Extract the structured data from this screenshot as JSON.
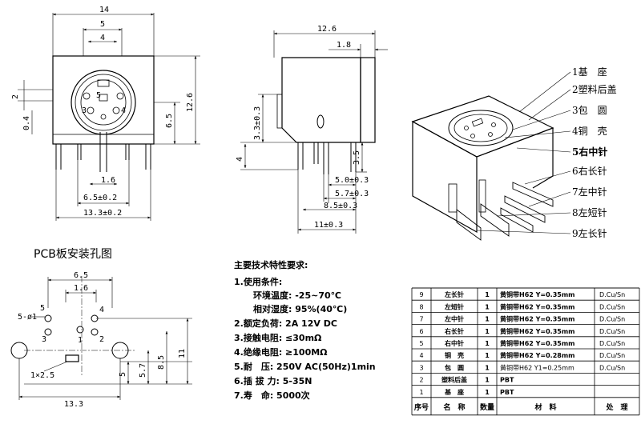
{
  "front_view": {
    "dim_width_top": "14",
    "dim_5": "5",
    "dim_4": "4",
    "dim_2": "2",
    "dim_0_4": "0.4",
    "dim_1_6": "1.6",
    "dim_6_5_02": "6.5±0.2",
    "dim_13_3_02": "13.3±0.2",
    "dim_6_5": "6.5",
    "dim_12_6": "12.6",
    "pin_3": "3",
    "pin_4": "4",
    "pin_5": "5"
  },
  "side_view": {
    "dim_12_6": "12.6",
    "dim_1_8": "1.8",
    "dim_3_3": "3.3±0.3",
    "dim_4": "4",
    "dim_3_5": "3.5",
    "dim_5_0": "5.0±0.3",
    "dim_5_7": "5.7±0.3",
    "dim_8_5": "8.5±0.3",
    "dim_11": "11±0.3"
  },
  "iso_labels": [
    "1基　座",
    "2塑料后盖",
    "3包　圆",
    "4铜　壳",
    "5右中针",
    "6右长针",
    "7左中针",
    "8左短针",
    "9左长针"
  ],
  "pcb": {
    "title": "PCB板安装孔图",
    "dim_6_5": "6.5",
    "dim_1_6": "1.6",
    "hole_label": "5-ø1",
    "pin_1": "1",
    "pin_2": "2",
    "pin_3": "3",
    "pin_4": "4",
    "pin_5": "5",
    "slot_label": "1×2.5",
    "dim_5": "5",
    "dim_5_7": "5.7",
    "dim_8_5": "8.5",
    "dim_11": "11",
    "dim_13_3": "13.3"
  },
  "specs": {
    "header": "主要技术特性要求:",
    "lines": [
      "1.使用条件:",
      "环境温度: -25~70℃",
      "相对湿度: 95%(40℃)",
      "2.额定负荷: 2A 12V DC",
      "3.接触电阻: ≤30mΩ",
      "4.绝缘电阻: ≥100MΩ",
      "5.耐　压: 250V AC(50Hz)1min",
      "6.插 拔 力: 5-35N",
      "7.寿　命: 5000次"
    ]
  },
  "bom": {
    "headers": [
      "序号",
      "名　称",
      "数量",
      "材　料",
      "处　理"
    ],
    "rows": [
      [
        "9",
        "左长针",
        "1",
        "黄铜带H62 Y=0.35mm",
        "D.Cu/Sn"
      ],
      [
        "8",
        "左短针",
        "1",
        "黄铜带H62 Y=0.35mm",
        "D.Cu/Sn"
      ],
      [
        "7",
        "左中针",
        "1",
        "黄铜带H62 Y=0.35mm",
        "D.Cu/Sn"
      ],
      [
        "6",
        "右长针",
        "1",
        "黄铜带H62 Y=0.35mm",
        "D.Cu/Sn"
      ],
      [
        "5",
        "右中针",
        "1",
        "黄铜带H62 Y=0.35mm",
        "D.Cu/Sn"
      ],
      [
        "4",
        "铜　壳",
        "1",
        "黄铜带H62 Y=0.28mm",
        "D.Cu/Sn"
      ],
      [
        "3",
        "包　圆",
        "1",
        "黄铜带H62 Y1=0.25mm",
        "D.Cu/Sn"
      ],
      [
        "2",
        "塑料后盖",
        "1",
        "PBT",
        ""
      ],
      [
        "1",
        "基　座",
        "1",
        "PBT",
        ""
      ]
    ]
  }
}
